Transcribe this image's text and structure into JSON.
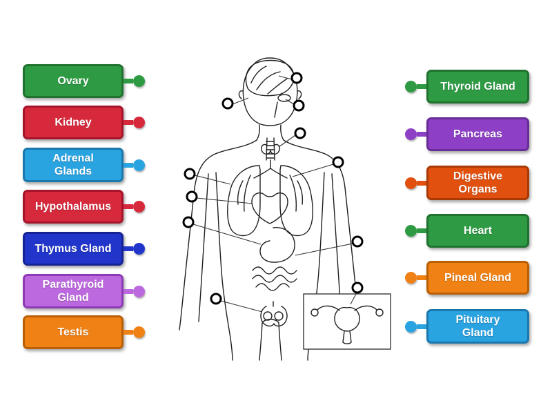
{
  "activity": {
    "background": "#ffffff"
  },
  "left_labels": [
    {
      "label": "Ovary",
      "bg": "#2e9b44",
      "border": "#20722f",
      "dot": "#2e9b44"
    },
    {
      "label": "Kidney",
      "bg": "#d7293c",
      "border": "#a6142a",
      "dot": "#d7293c"
    },
    {
      "label": "Adrenal\nGlands",
      "bg": "#2aa3e1",
      "border": "#1b78ae",
      "dot": "#2aa3e1"
    },
    {
      "label": "Hypothalamus",
      "bg": "#d7293c",
      "border": "#a6142a",
      "dot": "#d7293c"
    },
    {
      "label": "Thymus Gland",
      "bg": "#2135cb",
      "border": "#162394",
      "dot": "#2135cb"
    },
    {
      "label": "Parathyroid\nGland",
      "bg": "#bc68de",
      "border": "#8e3ab6",
      "dot": "#bc68de"
    },
    {
      "label": "Testis",
      "bg": "#f08114",
      "border": "#ba5f04",
      "dot": "#f08114"
    }
  ],
  "right_labels": [
    {
      "label": "Thyroid Gland",
      "bg": "#2e9b44",
      "border": "#20722f",
      "dot": "#2e9b44"
    },
    {
      "label": "Pancreas",
      "bg": "#8d3fc6",
      "border": "#682d96",
      "dot": "#8d3fc6"
    },
    {
      "label": "Digestive\nOrgans",
      "bg": "#e1500e",
      "border": "#a93a05",
      "dot": "#e1500e"
    },
    {
      "label": "Heart",
      "bg": "#2e9b44",
      "border": "#20722f",
      "dot": "#2e9b44"
    },
    {
      "label": "Pineal Gland",
      "bg": "#f08114",
      "border": "#ba5f04",
      "dot": "#f08114"
    },
    {
      "label": "Pituitary\nGland",
      "bg": "#2aa3e1",
      "border": "#1b78ae",
      "dot": "#2aa3e1"
    }
  ]
}
